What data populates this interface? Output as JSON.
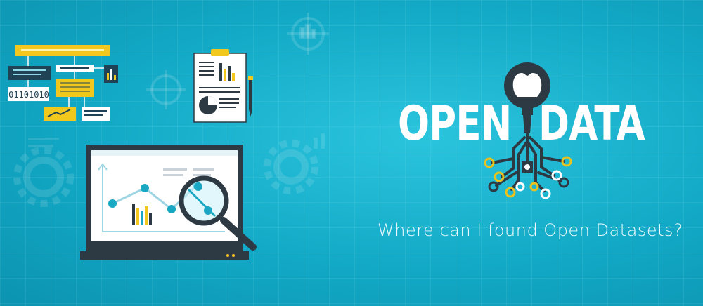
{
  "banner": {
    "title_word_1": "OPEN",
    "title_word_2": "DATA",
    "tagline": "Where can I found Open Datasets?",
    "binary_text": "01101010",
    "colors": {
      "background": "#14aecb",
      "accent_yellow": "#e8c21e",
      "dark": "#2d3a44",
      "white": "#ffffff"
    },
    "icons": [
      "gear-icon",
      "target-crosshair-icon",
      "magnifier-icon",
      "clipboard-icon",
      "pen-icon",
      "lightbulb-icon",
      "circuit-icon"
    ]
  }
}
